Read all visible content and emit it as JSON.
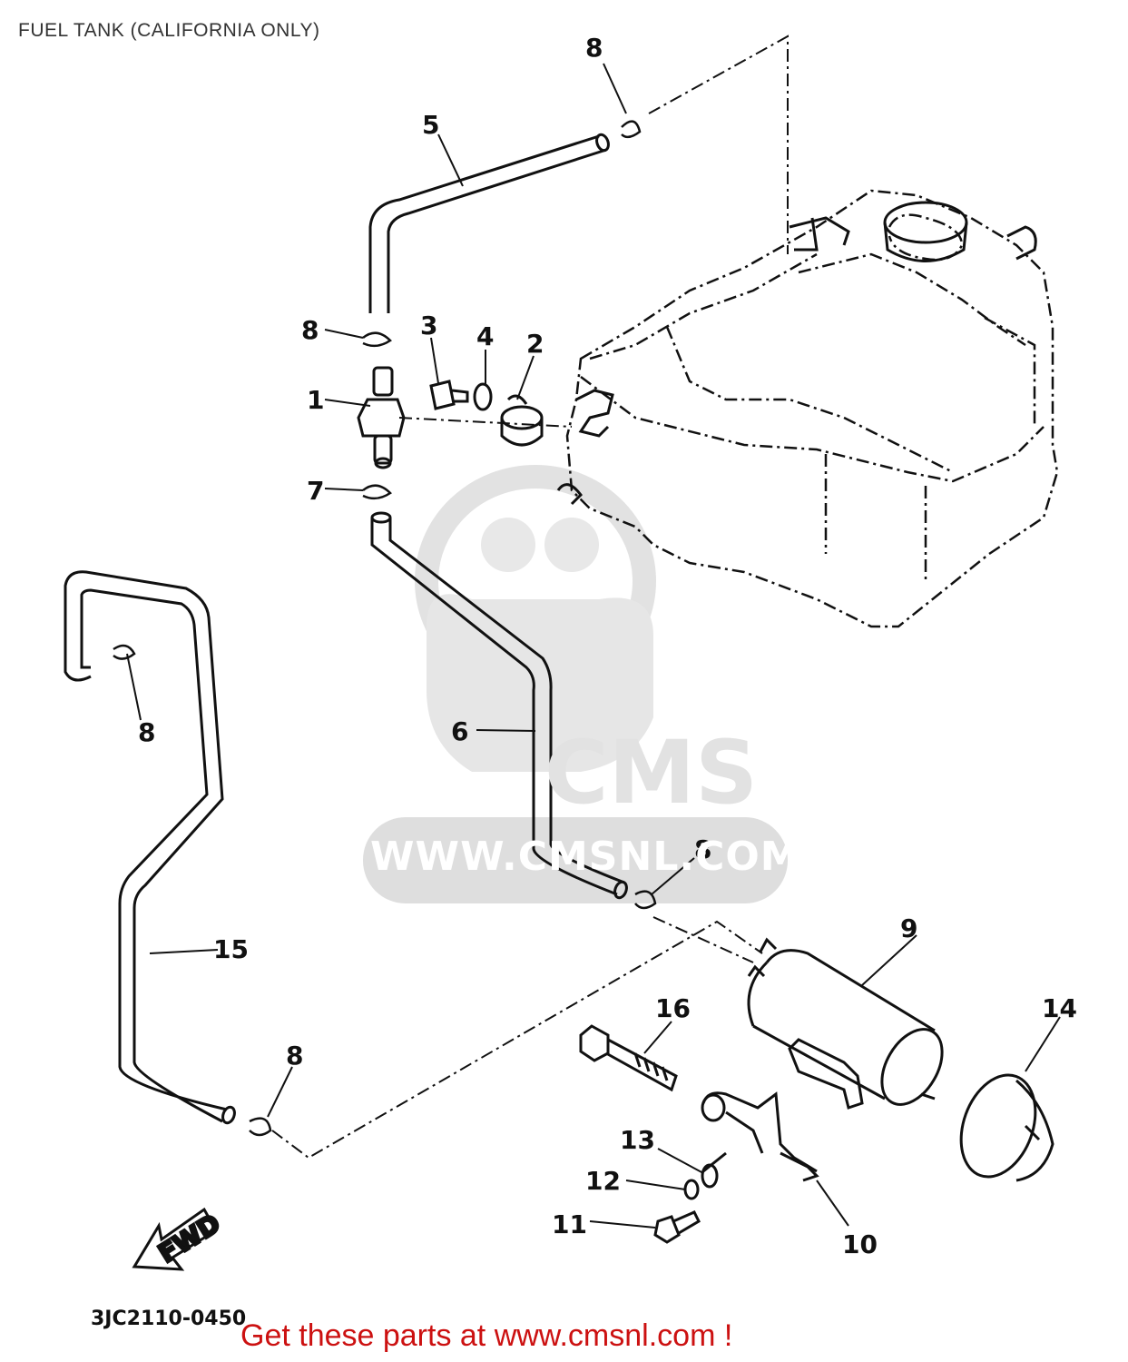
{
  "header": {
    "title": "FUEL TANK (CALIFORNIA ONLY)"
  },
  "watermark": {
    "logo_text": "CMS",
    "url_text": "WWW.CMSNL.COM"
  },
  "footer": {
    "part_code": "3JC2110-0450",
    "cta": "Get these parts at www.cmsnl.com !"
  },
  "fwd_label": "FWD",
  "callouts": {
    "c1": "1",
    "c2": "2",
    "c3": "3",
    "c4": "4",
    "c5": "5",
    "c6": "6",
    "c7": "7",
    "c8a": "8",
    "c8b": "8",
    "c8c": "8",
    "c8d": "8",
    "c8e": "8",
    "c9": "9",
    "c10": "10",
    "c11": "11",
    "c12": "12",
    "c13": "13",
    "c14": "14",
    "c15": "15",
    "c16": "16"
  },
  "colors": {
    "ink": "#111111",
    "cta": "#cc1111",
    "watermark": "#dcdcdc"
  }
}
